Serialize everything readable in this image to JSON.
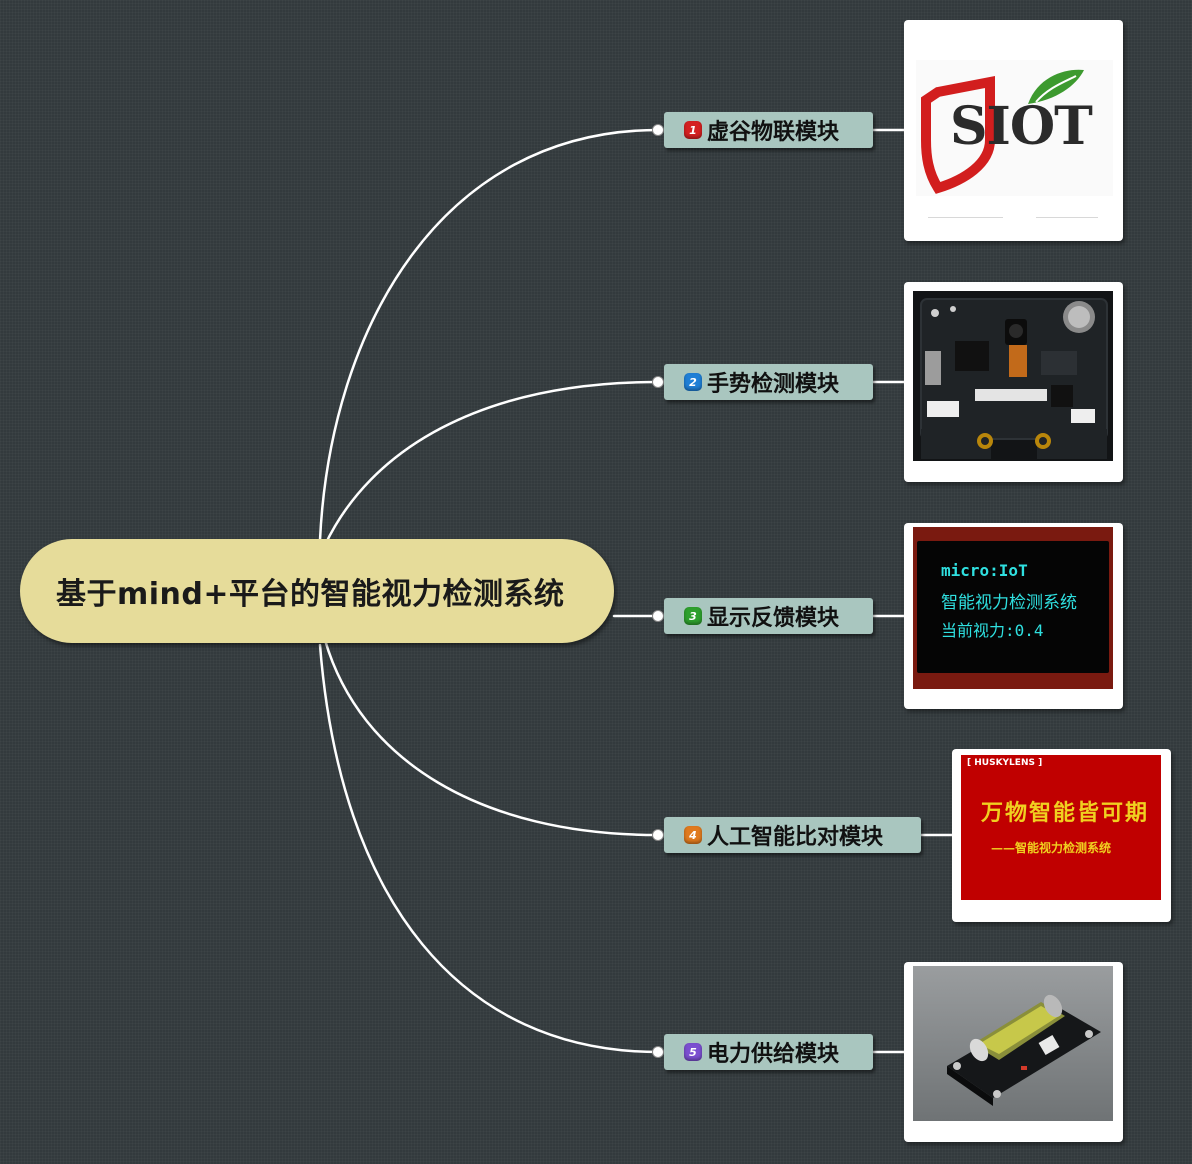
{
  "root": {
    "title": "基于mind+平台的智能视力检测系统"
  },
  "topics": [
    {
      "number": "1",
      "label": "虚谷物联模块",
      "badge_color": "#d42020"
    },
    {
      "number": "2",
      "label": "手势检测模块",
      "badge_color": "#1f7fd6"
    },
    {
      "number": "3",
      "label": "显示反馈模块",
      "badge_color": "#2ea02e"
    },
    {
      "number": "4",
      "label": "人工智能比对模块",
      "badge_color": "#e07a1f"
    },
    {
      "number": "5",
      "label": "电力供给模块",
      "badge_color": "#7b4fd0"
    }
  ],
  "images": {
    "siot": {
      "logo_text": "SIOT"
    },
    "display": {
      "line1": "micro:IoT",
      "line2": "智能视力检测系统",
      "line3": "当前视力:0.4"
    },
    "poster": {
      "brand": "[ HUSKYLENS ]",
      "headline": "万物智能皆可期",
      "subtitle": "——智能视力检测系统"
    }
  },
  "colors": {
    "root_fill": "#e6dc9a",
    "topic_fill": "#a9c6bf",
    "connector": "#ffffff",
    "background": "#333a3d",
    "display_text": "#2fe0e0",
    "poster_red": "#c00000",
    "poster_text": "#f0d020"
  }
}
